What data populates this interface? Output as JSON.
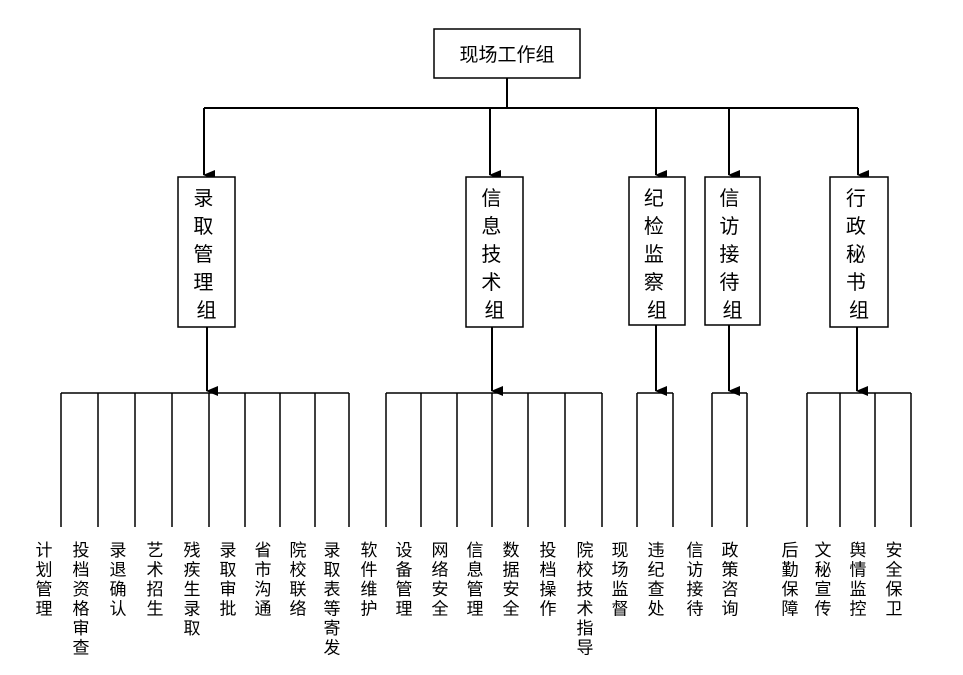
{
  "root": {
    "label": "现场工作组"
  },
  "groups": [
    {
      "label": "录取管理组",
      "tasks": [
        "计划管理",
        "投档资格审查",
        "录退确认",
        "艺术招生",
        "残疾生录取",
        "录取审批",
        "省市沟通",
        "院校联络",
        "录取表等寄发"
      ]
    },
    {
      "label": "信息技术组",
      "tasks": [
        "软件维护",
        "设备管理",
        "网络安全",
        "信息管理",
        "数据安全",
        "投档操作",
        "院校技术指导"
      ]
    },
    {
      "label": "纪检监察组",
      "tasks": [
        "现场监督",
        "违纪查处"
      ]
    },
    {
      "label": "信访接待组",
      "tasks": [
        "信访接待",
        "政策咨询"
      ]
    },
    {
      "label": "行政秘书组",
      "tasks": [
        "后勤保障",
        "文秘宣传",
        "舆情监控",
        "安全保卫"
      ]
    }
  ],
  "colors": {
    "line": "#000000",
    "box_fill": "#ffffff",
    "text": "#000000"
  }
}
